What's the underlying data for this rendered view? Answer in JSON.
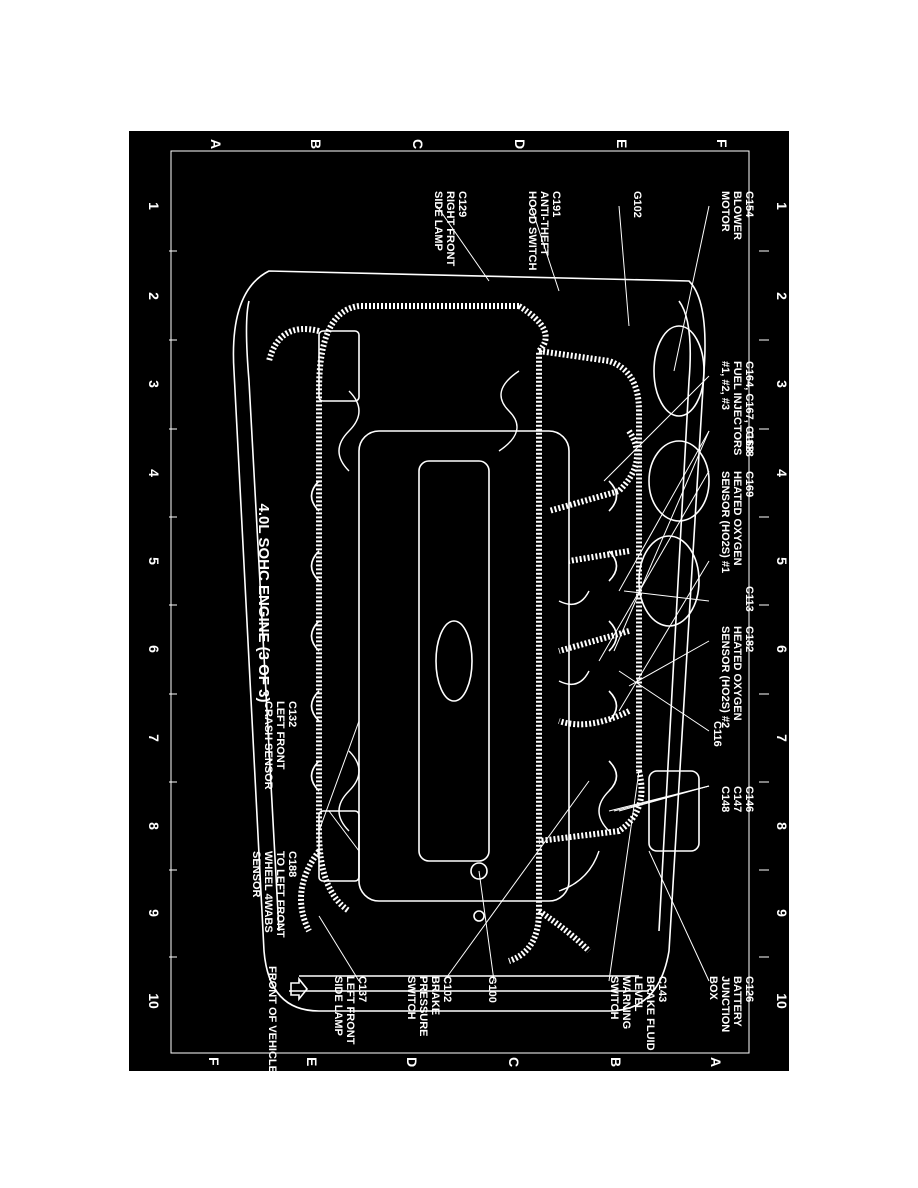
{
  "diagram": {
    "title": "4.0L SOHC ENGINE (3 OF 3)",
    "row_letters": [
      "A",
      "B",
      "C",
      "D",
      "E",
      "F"
    ],
    "col_numbers": [
      "1",
      "2",
      "3",
      "4",
      "5",
      "6",
      "7",
      "8",
      "9",
      "10"
    ],
    "front_label": "FRONT OF VEHICLE",
    "callouts": [
      {
        "id": "c154",
        "lines": [
          "C154",
          "BLOWER",
          "MOTOR"
        ]
      },
      {
        "id": "g102",
        "lines": [
          "G102"
        ]
      },
      {
        "id": "c191",
        "lines": [
          "C191",
          "ANTI-THEFT",
          "HOOD SWITCH"
        ]
      },
      {
        "id": "c129",
        "lines": [
          "C129",
          "RIGHT FRONT",
          "SIDE LAMP"
        ]
      },
      {
        "id": "c164",
        "lines": [
          "C164, C167, C168",
          "FUEL INJECTORS",
          "#1, #2, #3"
        ]
      },
      {
        "id": "c118",
        "lines": [
          "C118"
        ]
      },
      {
        "id": "c169",
        "lines": [
          "C169",
          "HEATED OXYGEN",
          "SENSOR (HO2S) #1"
        ]
      },
      {
        "id": "c113",
        "lines": [
          "C113"
        ]
      },
      {
        "id": "c182",
        "lines": [
          "C182",
          "HEATED OXYGEN",
          "SENSOR (HO2S) #2"
        ]
      },
      {
        "id": "c116",
        "lines": [
          "C116"
        ]
      },
      {
        "id": "c146",
        "lines": [
          "C146",
          "C147",
          "C148"
        ]
      },
      {
        "id": "c132",
        "lines": [
          "C132",
          "LEFT FRONT",
          "CRASH SENSOR"
        ]
      },
      {
        "id": "c188",
        "lines": [
          "C188",
          "TO LEFT FRONT",
          "WHEEL 4WABS",
          "SENSOR"
        ]
      },
      {
        "id": "c126",
        "lines": [
          "C126",
          "BATTERY",
          "JUNCTION",
          "BOX"
        ]
      },
      {
        "id": "c143",
        "lines": [
          "C143",
          "BRAKE FLUID",
          "LEVEL",
          "WARNING",
          "SWITCH"
        ]
      },
      {
        "id": "g100",
        "lines": [
          "G100"
        ]
      },
      {
        "id": "c102",
        "lines": [
          "C102",
          "BRAKE",
          "PRESSURE",
          "SWITCH"
        ]
      },
      {
        "id": "c137",
        "lines": [
          "C137",
          "LEFT FRONT",
          "SIDE LAMP"
        ]
      }
    ]
  }
}
